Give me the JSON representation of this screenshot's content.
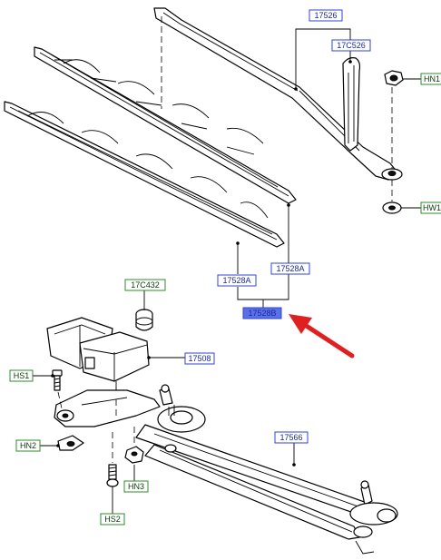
{
  "labels": {
    "l17526": "17526",
    "l17c526": "17C526",
    "lhn1": "HN1",
    "lhw1": "HW1",
    "l17528a_right": "17528A",
    "l17528a_left": "17528A",
    "l17528b": "17528B",
    "l17c432": "17C432",
    "l17508": "17508",
    "lhs1": "HS1",
    "lhn2": "HN2",
    "lhn3": "HN3",
    "lhs2": "HS2",
    "l17566": "17566"
  },
  "colors": {
    "blue_label_border": "#3344cc",
    "blue_label_fill": "#ffffff",
    "green_label_border": "#2e8b2e",
    "highlight_fill": "#5a70e8",
    "arrow": "#e02020"
  }
}
